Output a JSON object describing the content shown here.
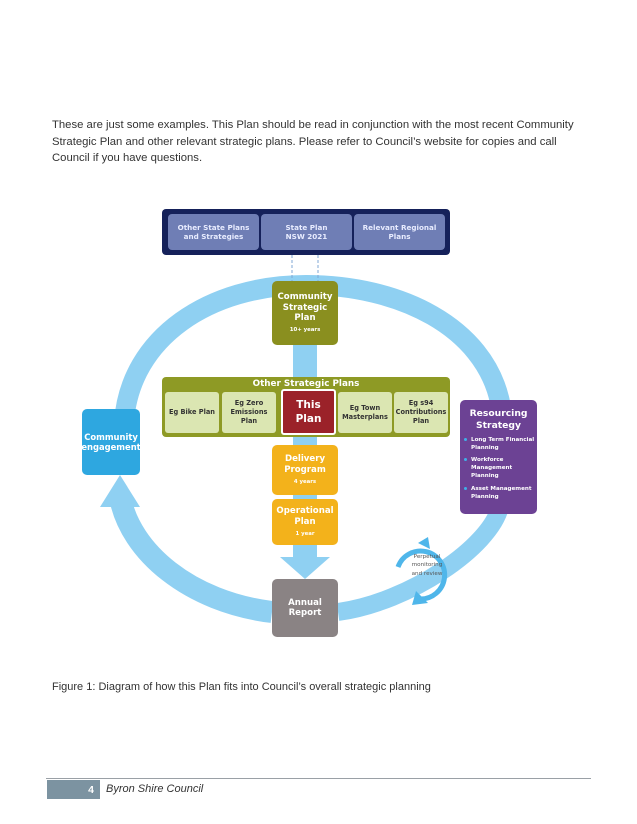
{
  "intro_text": "These are just some examples. This Plan should be read in conjunction with the most recent Community Strategic Plan and other relevant strategic plans. Please refer to Council’s website for copies and call Council if you have questions.",
  "diagram": {
    "top_plans": [
      {
        "line1": "Other State Plans",
        "line2": "and Strategies"
      },
      {
        "line1": "State Plan",
        "line2": "NSW 2021"
      },
      {
        "line1": "Relevant Regional",
        "line2": "Plans"
      }
    ],
    "community_strategic_plan": {
      "line1": "Community",
      "line2": "Strategic Plan",
      "sub": "10+ years"
    },
    "other_strategic_plans": {
      "title": "Other Strategic Plans",
      "items": [
        {
          "line1": "Eg Bike Plan",
          "line2": ""
        },
        {
          "line1": "Eg Zero",
          "line2": "Emissions",
          "line3": "Plan"
        },
        {
          "line1": "Eg Town",
          "line2": "Masterplans"
        },
        {
          "line1": "Eg s94",
          "line2": "Contributions",
          "line3": "Plan"
        }
      ],
      "this_plan": {
        "line1": "This",
        "line2": "Plan"
      }
    },
    "delivery_program": {
      "line1": "Delivery",
      "line2": "Program",
      "sub": "4 years"
    },
    "operational_plan": {
      "line1": "Operational",
      "line2": "Plan",
      "sub": "1 year"
    },
    "annual_report": {
      "line1": "Annual",
      "line2": "Report"
    },
    "community_engagement": {
      "line1": "Community",
      "line2": "engagement"
    },
    "resourcing_strategy": {
      "line1": "Resourcing",
      "line2": "Strategy",
      "items": [
        "Long Term Financial Planning",
        "Workforce Management Planning",
        "Asset Management Planning"
      ]
    },
    "perpetual": {
      "line1": "Perpetual",
      "line2": "monitoring",
      "line3": "and review"
    },
    "colors": {
      "navy": "#15215a",
      "olive": "#8a8f1f",
      "amber": "#f3b21b",
      "crimson": "#9b2229",
      "sky": "#2ea7e0",
      "purple": "#6c4294",
      "grey": "#8a8384",
      "cycle_arrow": "#8fd0f2"
    }
  },
  "caption": "Figure 1: Diagram of how this Plan fits into Council’s overall strategic planning",
  "footer": {
    "page_number": "4",
    "organisation": "Byron Shire Council"
  }
}
